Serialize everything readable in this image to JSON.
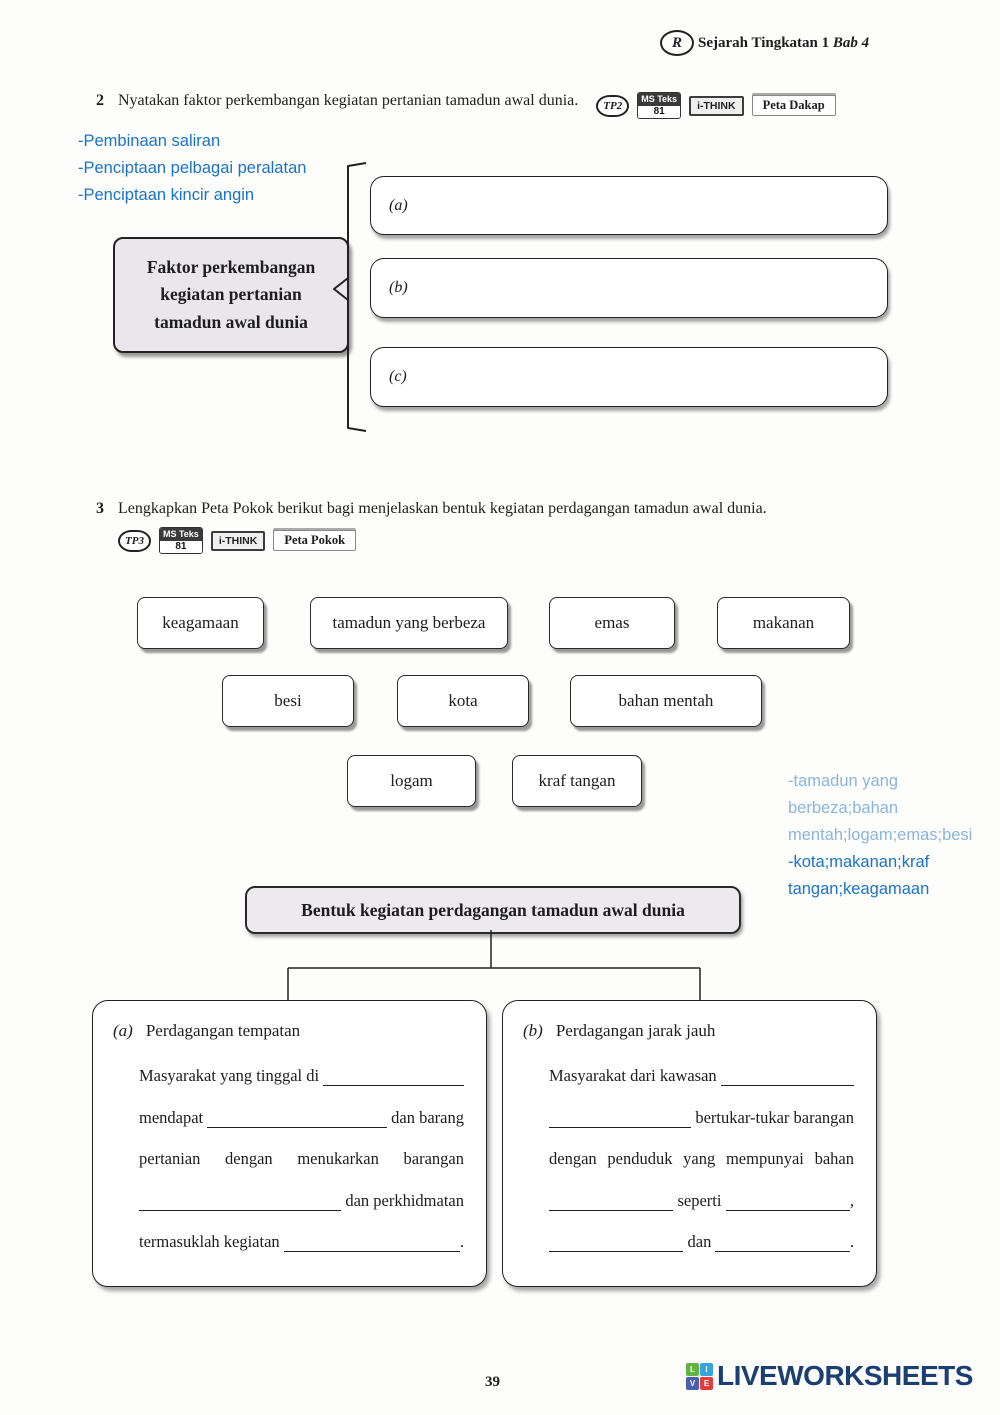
{
  "header": {
    "logo_letter": "R",
    "title_main": "Sejarah Tingkatan 1",
    "title_chapter": "Bab 4"
  },
  "q2": {
    "number": "2",
    "question": "Nyatakan faktor perkembangan kegiatan pertanian tamadun awal dunia.",
    "badges": {
      "tp": "TP2",
      "ms_top": "MS Teks",
      "ms_bottom": "81",
      "ithink": "i-THINK",
      "map": "Peta Dakap"
    },
    "typed_answers": [
      "-Pembinaan saliran",
      "-Penciptaan pelbagai peralatan",
      "-Penciptaan kincir angin"
    ],
    "stem_label": "Faktor perkembangan kegiatan pertanian tamadun awal dunia",
    "branch_labels": [
      "(a)",
      "(b)",
      "(c)"
    ]
  },
  "q3": {
    "number": "3",
    "question": "Lengkapkan Peta Pokok berikut bagi menjelaskan bentuk kegiatan perdagangan tamadun awal dunia.",
    "badges": {
      "tp": "TP3",
      "ms_top": "MS Teks",
      "ms_bottom": "81",
      "ithink": "i-THINK",
      "map": "Peta Pokok"
    },
    "word_bank": {
      "row1": [
        "keagamaan",
        "tamadun yang berbeza",
        "emas",
        "makanan"
      ],
      "row2": [
        "besi",
        "kota",
        "bahan mentah"
      ],
      "row3": [
        "logam",
        "kraf tangan"
      ]
    },
    "typed_answers": {
      "light": "-tamadun yang berbeza;bahan mentah;logam;emas;besi",
      "dark": "-kota;makanan;kraf tangan;keagamaan"
    },
    "tree_title": "Bentuk kegiatan perdagangan tamadun awal dunia",
    "box_a": {
      "label": "(a)",
      "title": "Perdagangan tempatan",
      "lines": [
        "Masyarakat yang tinggal di ___",
        "mendapat ___ dan barang",
        "pertanian dengan menukarkan barangan",
        "___ dan perkhidmatan",
        "termasuklah kegiatan ___."
      ]
    },
    "box_b": {
      "label": "(b)",
      "title": "Perdagangan jarak jauh",
      "lines": [
        "Masyarakat dari kawasan ___",
        "___ bertukar-tukar barangan",
        "dengan penduduk yang mempunyai bahan",
        "___ seperti ___,",
        "___ dan ___."
      ]
    }
  },
  "footer": {
    "page_number": "39",
    "brand": "LIVEWORKSHEETS",
    "logo_letters": [
      "L",
      "I",
      "V",
      "E"
    ]
  },
  "colors": {
    "answer_blue": "#1a73c9",
    "answer_blue_light": "#8ab5dc",
    "brand_navy": "#1b3e73",
    "logo_green": "#62b43f",
    "logo_blue": "#35a3dc",
    "logo_indigo": "#4a5fae",
    "logo_red": "#e23c3c"
  }
}
